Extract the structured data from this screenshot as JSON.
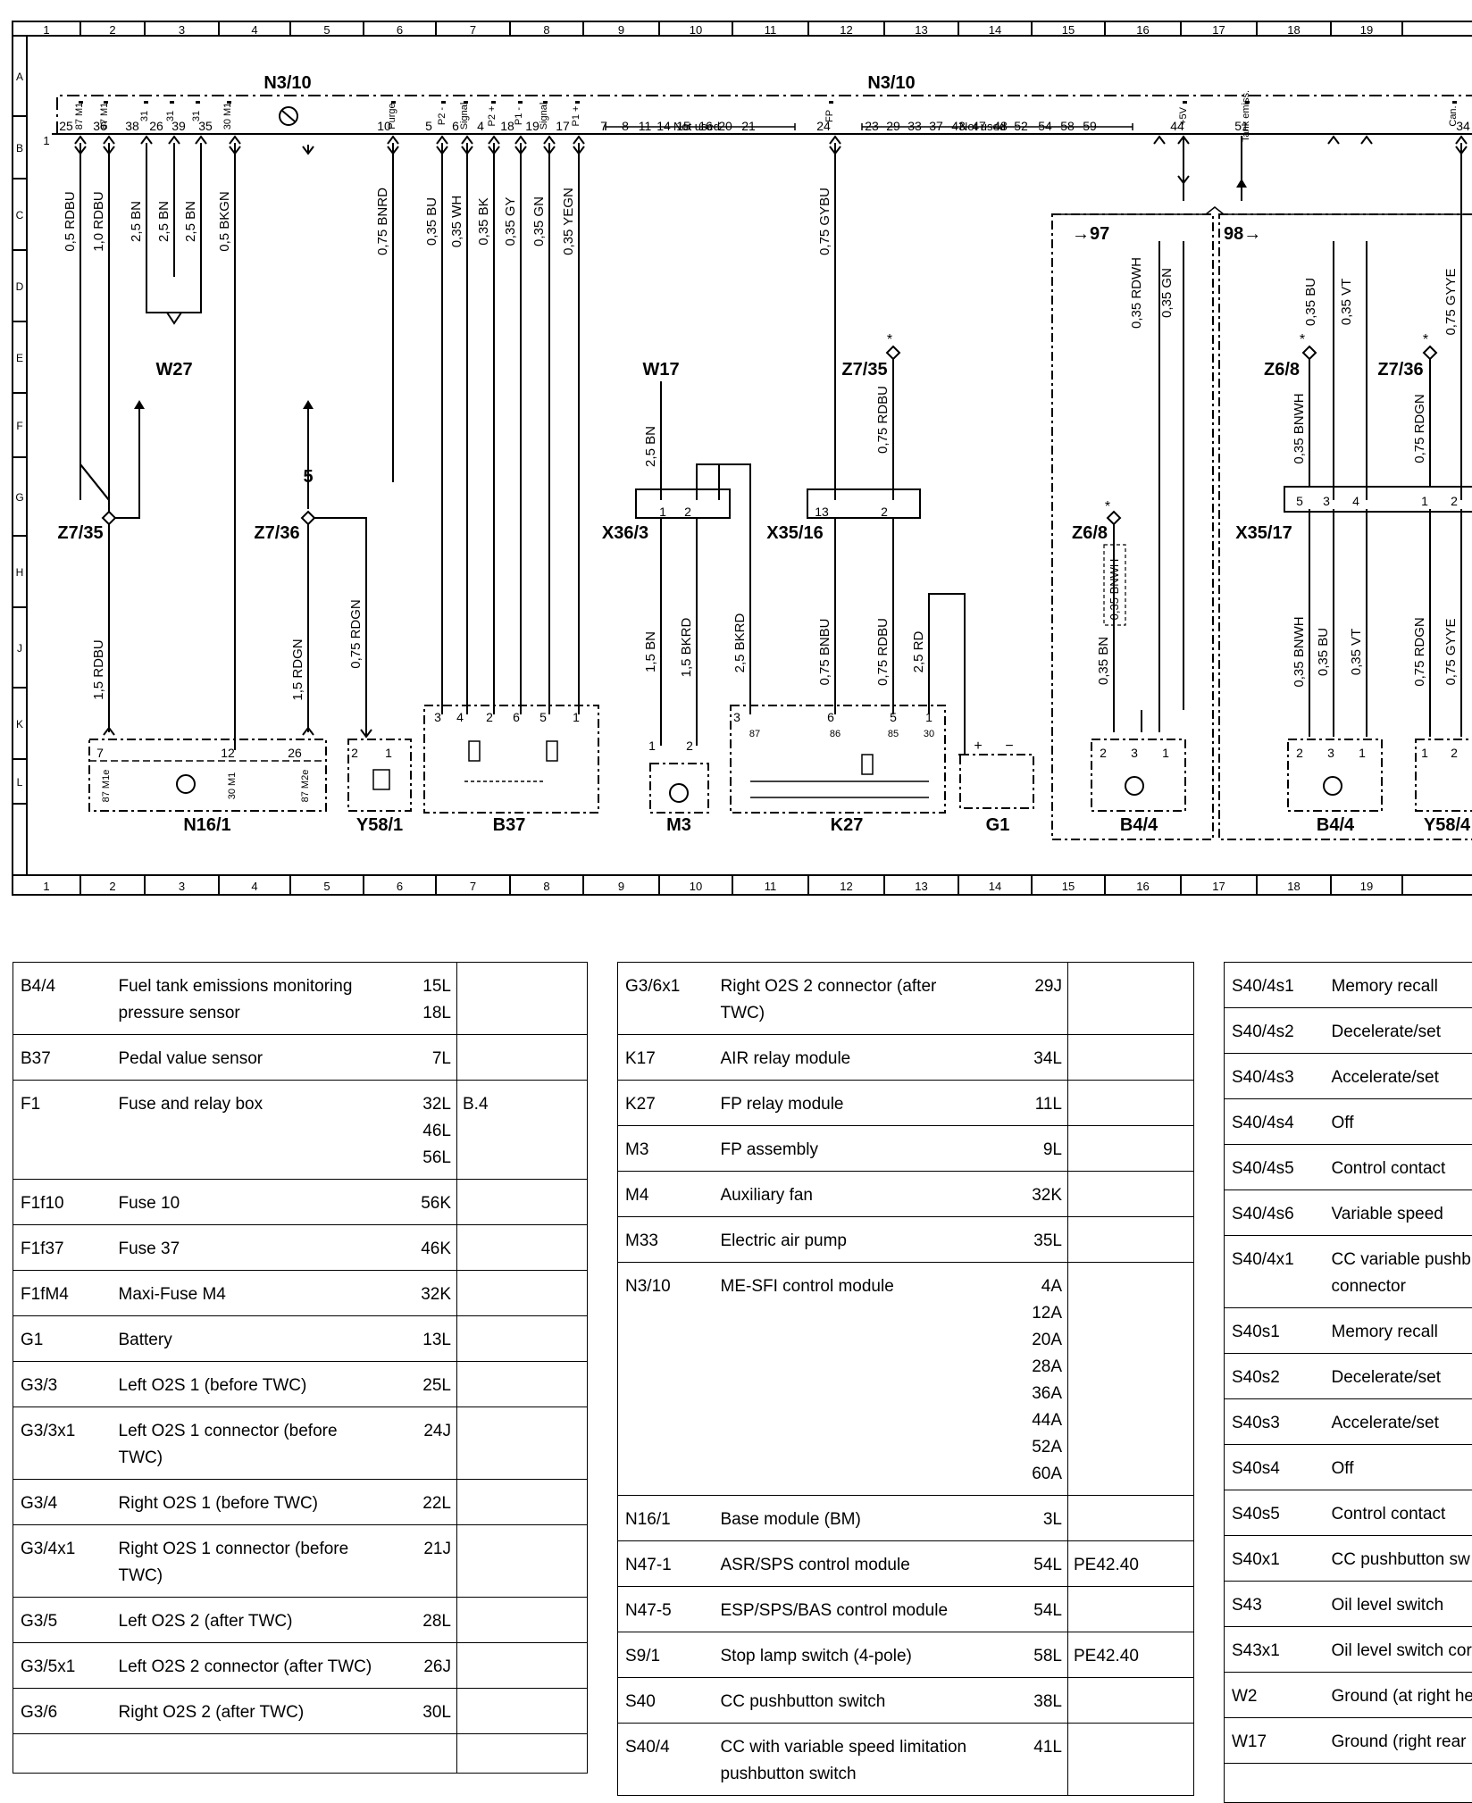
{
  "grid": {
    "columns": [
      "1",
      "2",
      "3",
      "4",
      "5",
      "6",
      "7",
      "8",
      "9",
      "10",
      "11",
      "12",
      "13",
      "14",
      "15",
      "16",
      "17",
      "18",
      "19"
    ],
    "rows": [
      "A",
      "B",
      "C",
      "D",
      "E",
      "F",
      "G",
      "H",
      "J",
      "K",
      "L"
    ]
  },
  "module": {
    "label_left": "N3/10",
    "label_right": "N3/10",
    "not_used_1": "Not used",
    "not_used_2": "Not used",
    "pin_text": "1",
    "pins": [
      "25",
      "36",
      "38",
      "26",
      "39",
      "35",
      "10",
      "5",
      "6",
      "4",
      "18",
      "19",
      "17",
      "7",
      "8",
      "11",
      "14",
      "15",
      "16",
      "20",
      "21",
      "24",
      "23",
      "29",
      "33",
      "37",
      "43",
      "47",
      "48",
      "52",
      "54",
      "58",
      "59",
      "44",
      "51",
      "34"
    ],
    "pin_labels": [
      "87 M1",
      "87 M1",
      "31",
      "31",
      "31",
      "30 M1",
      "Purge",
      "P2 -",
      "Signal",
      "P2 +",
      "P1 -",
      "Signal",
      "P1 +",
      "FP",
      "+5V",
      "Tank emiss.",
      "Can."
    ]
  },
  "wires": [
    "0,5 RDBU",
    "1,0 RDBU",
    "2,5 BN",
    "2,5 BN",
    "2,5 BN",
    "0,5 BKGN",
    "0,75 BNRD",
    "0,35 BU",
    "0,35 WH",
    "0,35 BK",
    "0,35 GY",
    "0,35 GN",
    "0,35 YEGN",
    "0,75 GYBU",
    "0,35 RDWH",
    "0,35 GN",
    "0,35 BU",
    "0,35 VT",
    "0,75 GYYE",
    "2,5 BN",
    "0,75 RDBU",
    "0,35 BNWH",
    "0,75 RDGN",
    "1,5 RDBU",
    "1,5 RDGN",
    "0,75 RDGN",
    "1,5 BN",
    "1,5 BKRD",
    "2,5 BKRD",
    "0,75 BNBU",
    "0,75 RDBU",
    "2,5 RD",
    "0,35 BN",
    "0,35 BNWH",
    "0,35 BNWH",
    "0,35 BU",
    "0,35 VT",
    "0,75 RDGN",
    "0,75 GYYE"
  ],
  "components": {
    "W27": "W27",
    "W17": "W17",
    "Z7_35a": "Z7/35",
    "Z7_36a": "Z7/36",
    "Z7_35b": "Z7/35",
    "Z6_8a": "Z6/8",
    "Z6_8b": "Z6/8",
    "Z7_36b": "Z7/36",
    "X36_3": "X36/3",
    "X35_16": "X35/16",
    "X35_17": "X35/17",
    "N16_1": "N16/1",
    "Y58_1": "Y58/1",
    "B37": "B37",
    "M3": "M3",
    "K27": "K27",
    "G1": "G1",
    "B4_4a": "B4/4",
    "B4_4b": "B4/4",
    "Y58_4": "Y58/4",
    "ref_97": "97",
    "ref_98": "98",
    "ref_5": "5",
    "asterisk": "*",
    "n16_labels": [
      "87 M1e",
      "30 M1",
      "87 M2e"
    ],
    "n16_pins": [
      "7",
      "12",
      "26"
    ],
    "y58_pins": [
      "2",
      "1"
    ],
    "b37_pins": [
      "3",
      "4",
      "2",
      "6",
      "5",
      "1"
    ],
    "m3_pins": [
      "1",
      "2"
    ],
    "k27_pins": [
      "3",
      "6",
      "5",
      "1"
    ],
    "k27_labels": [
      "87",
      "86",
      "85",
      "30"
    ],
    "g1_pins": [
      "+",
      "−"
    ],
    "b44_pins": [
      "2",
      "3",
      "1"
    ],
    "x363_pins": [
      "1",
      "2"
    ],
    "x3516_pins": [
      "13",
      "2"
    ],
    "x3517_pins": [
      "5",
      "3",
      "4",
      "1",
      "2"
    ],
    "y584_pins": [
      "1",
      "2"
    ]
  },
  "table1": [
    {
      "code": "B4/4",
      "desc": [
        "Fuel tank emissions monitoring",
        "pressure sensor"
      ],
      "loc": [
        "15L",
        "18L"
      ],
      "ref": ""
    },
    {
      "code": "B37",
      "desc": [
        "Pedal value sensor"
      ],
      "loc": [
        "7L"
      ],
      "ref": ""
    },
    {
      "code": "F1",
      "desc": [
        "Fuse and relay box"
      ],
      "loc": [
        "32L",
        "46L",
        "56L"
      ],
      "ref": "B.4"
    },
    {
      "code": "F1f10",
      "desc": [
        "Fuse 10"
      ],
      "loc": [
        "56K"
      ],
      "ref": ""
    },
    {
      "code": "F1f37",
      "desc": [
        "Fuse 37"
      ],
      "loc": [
        "46K"
      ],
      "ref": ""
    },
    {
      "code": "F1fM4",
      "desc": [
        "Maxi-Fuse M4"
      ],
      "loc": [
        "32K"
      ],
      "ref": ""
    },
    {
      "code": "G1",
      "desc": [
        "Battery"
      ],
      "loc": [
        "13L"
      ],
      "ref": ""
    },
    {
      "code": "G3/3",
      "desc": [
        "Left O2S 1 (before TWC)"
      ],
      "loc": [
        "25L"
      ],
      "ref": ""
    },
    {
      "code": "G3/3x1",
      "desc": [
        "Left O2S 1 connector (before",
        "TWC)"
      ],
      "loc": [
        "24J"
      ],
      "ref": ""
    },
    {
      "code": "G3/4",
      "desc": [
        "Right O2S 1 (before TWC)"
      ],
      "loc": [
        "22L"
      ],
      "ref": ""
    },
    {
      "code": "G3/4x1",
      "desc": [
        "Right O2S 1 connector (before",
        "TWC)"
      ],
      "loc": [
        "21J"
      ],
      "ref": ""
    },
    {
      "code": "G3/5",
      "desc": [
        "Left O2S 2 (after TWC)"
      ],
      "loc": [
        "28L"
      ],
      "ref": ""
    },
    {
      "code": "G3/5x1",
      "desc": [
        "Left O2S 2 connector (after TWC)"
      ],
      "loc": [
        "26J"
      ],
      "ref": ""
    },
    {
      "code": "G3/6",
      "desc": [
        "Right O2S 2 (after TWC)"
      ],
      "loc": [
        "30L"
      ],
      "ref": ""
    },
    {
      "code": "",
      "desc": [
        ""
      ],
      "loc": [
        ""
      ],
      "ref": ""
    }
  ],
  "table2": [
    {
      "code": "G3/6x1",
      "desc": [
        "Right O2S 2 connector (after",
        "TWC)"
      ],
      "loc": [
        "29J"
      ],
      "ref": ""
    },
    {
      "code": "K17",
      "desc": [
        "AIR relay module"
      ],
      "loc": [
        "34L"
      ],
      "ref": ""
    },
    {
      "code": "K27",
      "desc": [
        "FP relay module"
      ],
      "loc": [
        "11L"
      ],
      "ref": ""
    },
    {
      "code": "M3",
      "desc": [
        "FP assembly"
      ],
      "loc": [
        "9L"
      ],
      "ref": ""
    },
    {
      "code": "M4",
      "desc": [
        "Auxiliary fan"
      ],
      "loc": [
        "32K"
      ],
      "ref": ""
    },
    {
      "code": "M33",
      "desc": [
        "Electric air pump"
      ],
      "loc": [
        "35L"
      ],
      "ref": ""
    },
    {
      "code": "N3/10",
      "desc": [
        "ME-SFI control module"
      ],
      "loc": [
        "4A",
        "12A",
        "20A",
        "28A",
        "36A",
        "44A",
        "52A",
        "60A"
      ],
      "ref": ""
    },
    {
      "code": "N16/1",
      "desc": [
        "Base module (BM)"
      ],
      "loc": [
        "3L"
      ],
      "ref": ""
    },
    {
      "code": "N47-1",
      "desc": [
        "ASR/SPS control module"
      ],
      "loc": [
        "54L"
      ],
      "ref": "PE42.40"
    },
    {
      "code": "N47-5",
      "desc": [
        "ESP/SPS/BAS control module"
      ],
      "loc": [
        "54L"
      ],
      "ref": ""
    },
    {
      "code": "S9/1",
      "desc": [
        "Stop lamp switch (4-pole)"
      ],
      "loc": [
        "58L"
      ],
      "ref": "PE42.40"
    },
    {
      "code": "S40",
      "desc": [
        "CC pushbutton switch"
      ],
      "loc": [
        "38L"
      ],
      "ref": ""
    },
    {
      "code": "S40/4",
      "desc": [
        "CC with variable speed limitation",
        "pushbutton switch"
      ],
      "loc": [
        "41L"
      ],
      "ref": ""
    }
  ],
  "table3": [
    {
      "code": "S40/4s1",
      "desc": [
        "Memory recall"
      ]
    },
    {
      "code": "S40/4s2",
      "desc": [
        "Decelerate/set"
      ]
    },
    {
      "code": "S40/4s3",
      "desc": [
        "Accelerate/set"
      ]
    },
    {
      "code": "S40/4s4",
      "desc": [
        "Off"
      ]
    },
    {
      "code": "S40/4s5",
      "desc": [
        "Control contact"
      ]
    },
    {
      "code": "S40/4s6",
      "desc": [
        "Variable speed"
      ]
    },
    {
      "code": "S40/4x1",
      "desc": [
        "CC variable pushb",
        "connector"
      ]
    },
    {
      "code": "S40s1",
      "desc": [
        "Memory recall"
      ]
    },
    {
      "code": "S40s2",
      "desc": [
        "Decelerate/set"
      ]
    },
    {
      "code": "S40s3",
      "desc": [
        "Accelerate/set"
      ]
    },
    {
      "code": "S40s4",
      "desc": [
        "Off"
      ]
    },
    {
      "code": "S40s5",
      "desc": [
        "Control contact"
      ]
    },
    {
      "code": "S40x1",
      "desc": [
        "CC pushbutton sw"
      ]
    },
    {
      "code": "S43",
      "desc": [
        "Oil level switch"
      ]
    },
    {
      "code": "S43x1",
      "desc": [
        "Oil level switch cor"
      ]
    },
    {
      "code": "W2",
      "desc": [
        "Ground (at right he"
      ]
    },
    {
      "code": "W17",
      "desc": [
        "Ground (right rear"
      ]
    },
    {
      "code": "",
      "desc": [
        ""
      ]
    }
  ]
}
